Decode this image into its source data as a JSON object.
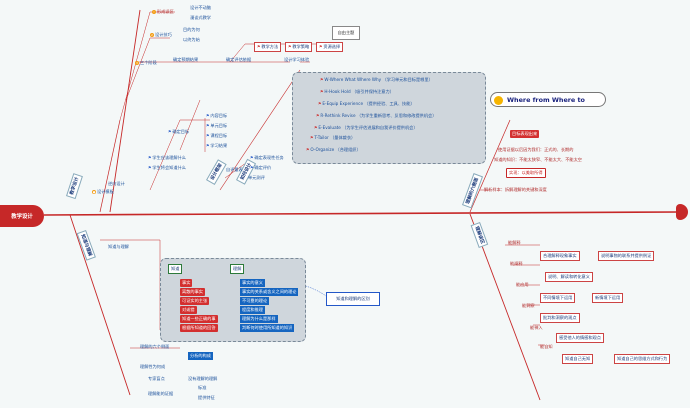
{
  "root": {
    "label": "教学设计"
  },
  "branches": {
    "b1": "教学设计",
    "b2": "设计框架",
    "b3": "知道与理解",
    "b4": "理解的六侧面",
    "b5": "理解误区",
    "b6": "如何设计"
  },
  "top_left": {
    "n1": "形成误区",
    "n1a": "设计不动脑",
    "n1b": "漫谈式教学",
    "n2": "设计技巧",
    "n2a": "目的为何",
    "n2b": "以终为始",
    "n3": "三个阶段",
    "n3a": "确定预期结果",
    "n3b": "确定评估依据",
    "n3c": "设计学习体验",
    "n4": "教学方法",
    "n4b": "教学策略",
    "n4c": "资源选择",
    "sticky": "自由主题"
  },
  "where_panel": {
    "items": [
      "W-Where What Where Why （学习单元和目标是哪里）",
      "H-Hook Hold （吸引并保持注意力）",
      "E-Equip Experience （提供经验、工具、技能）",
      "R-Rethink Revise （为学生重新思考、反思和修改提供机会）",
      "E-Evaluate （为学生评估进展和自我评价提供机会）",
      "T-Tailor （量体裁衣）",
      "O-Organize （合理组织）"
    ],
    "callout": "Where from Where to"
  },
  "left_middle": {
    "g1": "确定目标",
    "g1a": "内容目标",
    "g1b": "单元目标",
    "g1c": "课程目标",
    "g1d": "学习结果",
    "g2": "学生应该理解什么",
    "g3": "学生将会知道什么",
    "g4": "确定表现性任务",
    "g5": "确定评价",
    "g6": "单元测评",
    "g7": "自评量表",
    "g8": "设计模板",
    "g9": "逆向设计"
  },
  "right_top": {
    "r1": "目标表现出来",
    "r2": "使用证据以后因为我们：正式的、长期的",
    "r3": "知道的知识：不能太狭窄、不能太大、不能太空",
    "r4": "实现：以美取所得",
    "r5": "解析样本：拆解理解的关键和深度"
  },
  "bottom_left": {
    "k1": "知道与理解",
    "panel_left": "知道",
    "panel_right": "理解",
    "left_items": [
      "事实",
      "离散的事实",
      "可证实的主张",
      "对或错",
      "知道一些正确的事",
      "根据所知道的回答"
    ],
    "right_items": [
      "事实的意义",
      "事实的关系或含义之间的理论",
      "不可靠的理论",
      "程度和推理",
      "理解为什么是那样",
      "判断何时使用所知道的知识"
    ],
    "note": "知道和理解的区别",
    "k2": "理解的六个侧面",
    "k2a": "分析的构成",
    "k3": "理解性为何成",
    "k4": "专家盲点",
    "k4a": "没有理解的理解",
    "k5": "理解能的证据",
    "k5a": "标准",
    "k5b": "提供特征"
  },
  "bottom_right": {
    "m1": "能解释",
    "m1a": "合理解释现象事实",
    "m1b": "说明事物的联系并提供例证",
    "m2": "能阐释",
    "m2a": "说明、解读和转化意义",
    "m3": "能应用",
    "m3a": "不同情境下运用",
    "m3b": "新情境下运用",
    "m4": "能洞察",
    "m4a": "批判和洞察的观点",
    "m5": "能神入",
    "m5a": "感受他人的情感和观点",
    "m6": "能自知",
    "m6a": "知道自己无知",
    "m6b": "知道自己的思维方式和行为"
  }
}
